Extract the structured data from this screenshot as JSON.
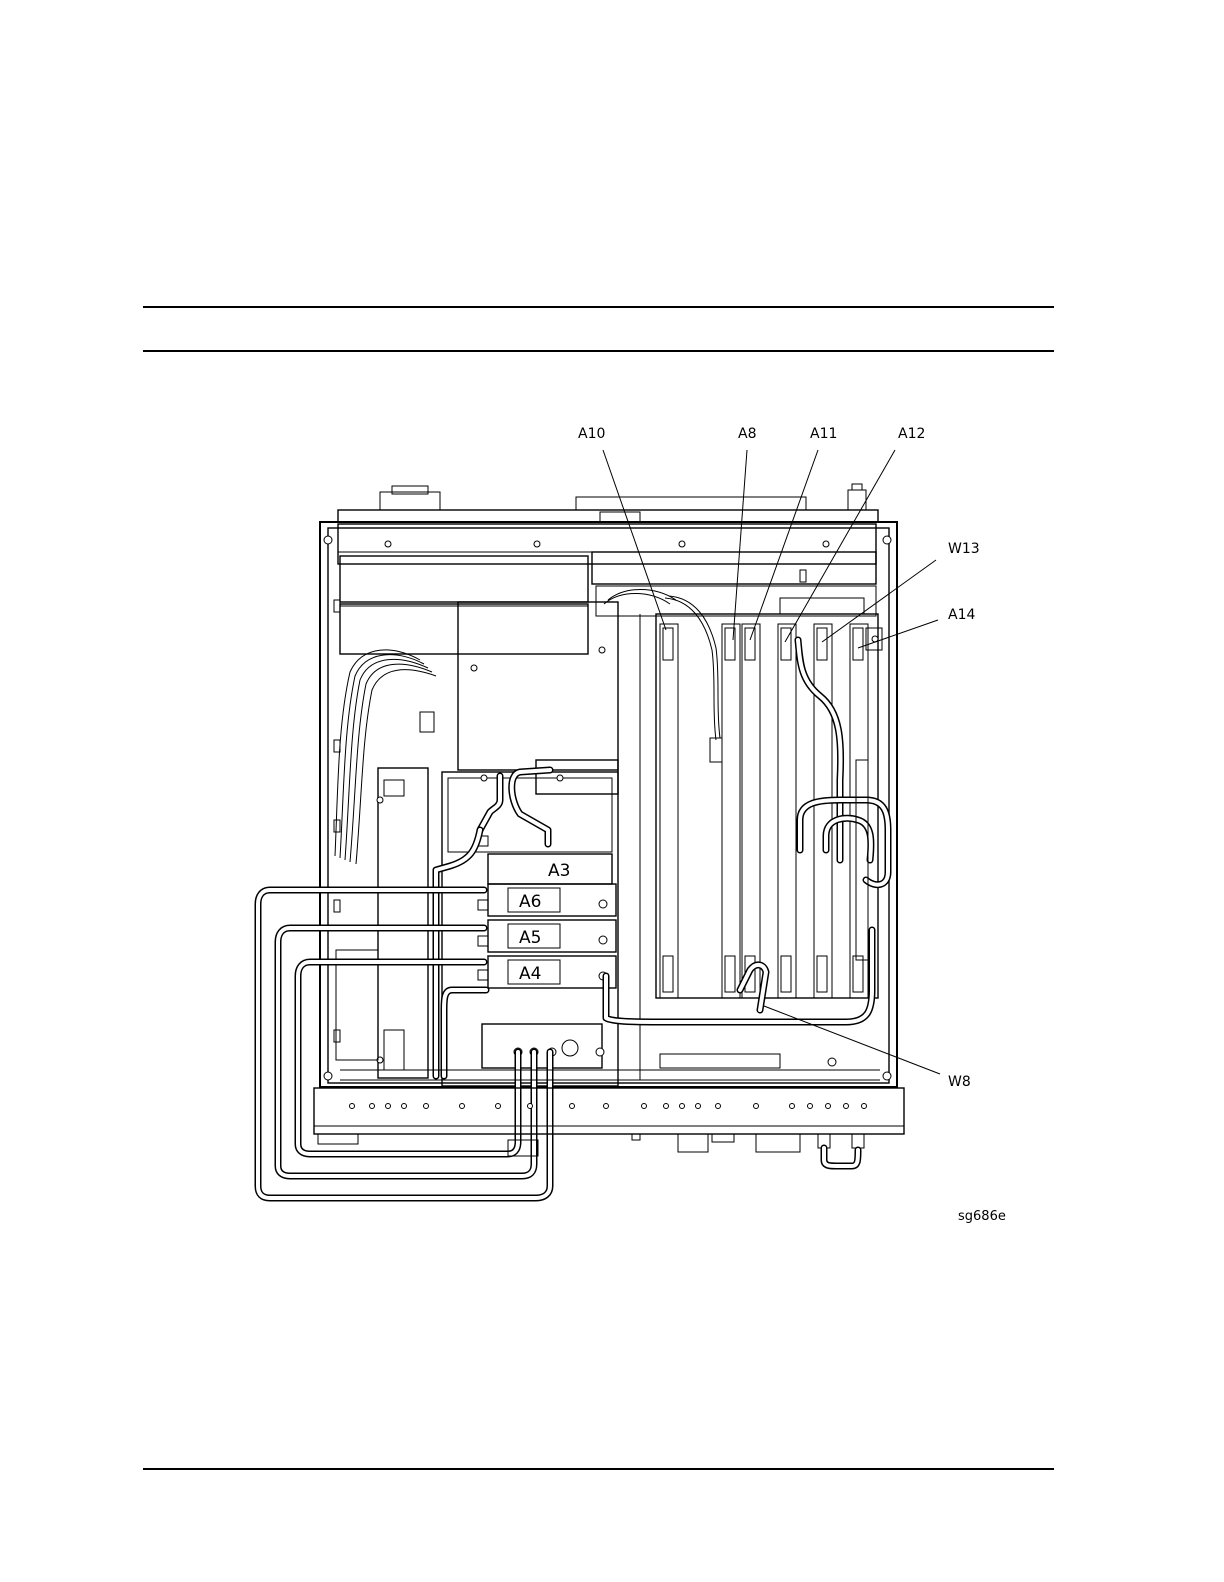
{
  "figure": {
    "callouts": [
      {
        "id": "A10",
        "text": "A10"
      },
      {
        "id": "A8",
        "text": "A8"
      },
      {
        "id": "A11",
        "text": "A11"
      },
      {
        "id": "A12",
        "text": "A12"
      },
      {
        "id": "W13",
        "text": "W13"
      },
      {
        "id": "A14",
        "text": "A14"
      },
      {
        "id": "W8",
        "text": "W8"
      }
    ],
    "module_labels": {
      "a3": "A3",
      "a6": "A6",
      "a5": "A5",
      "a4": "A4"
    },
    "figure_id": "sg686e"
  }
}
